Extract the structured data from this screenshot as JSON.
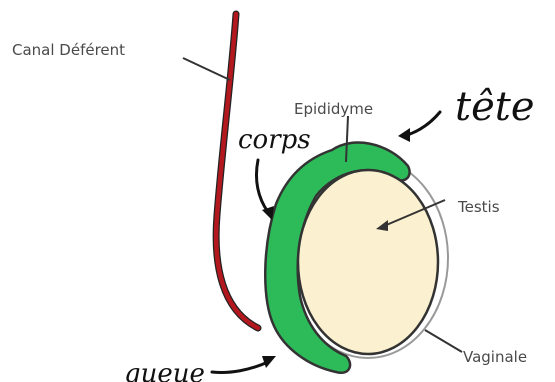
{
  "labels": {
    "canal": "Canal Déférent",
    "epididyme": "Epididyme",
    "testis": "Testis",
    "vaginale": "Vaginale"
  },
  "handwritten": {
    "tete": "tête",
    "corps": "corps",
    "queue": "queue"
  },
  "colors": {
    "duct": "#b3181e",
    "epididymis": "#2dbb5a",
    "testis": "#fbf0cf",
    "outline": "#333333",
    "label_text": "#4a4a4a",
    "handwriting": "#111111"
  }
}
